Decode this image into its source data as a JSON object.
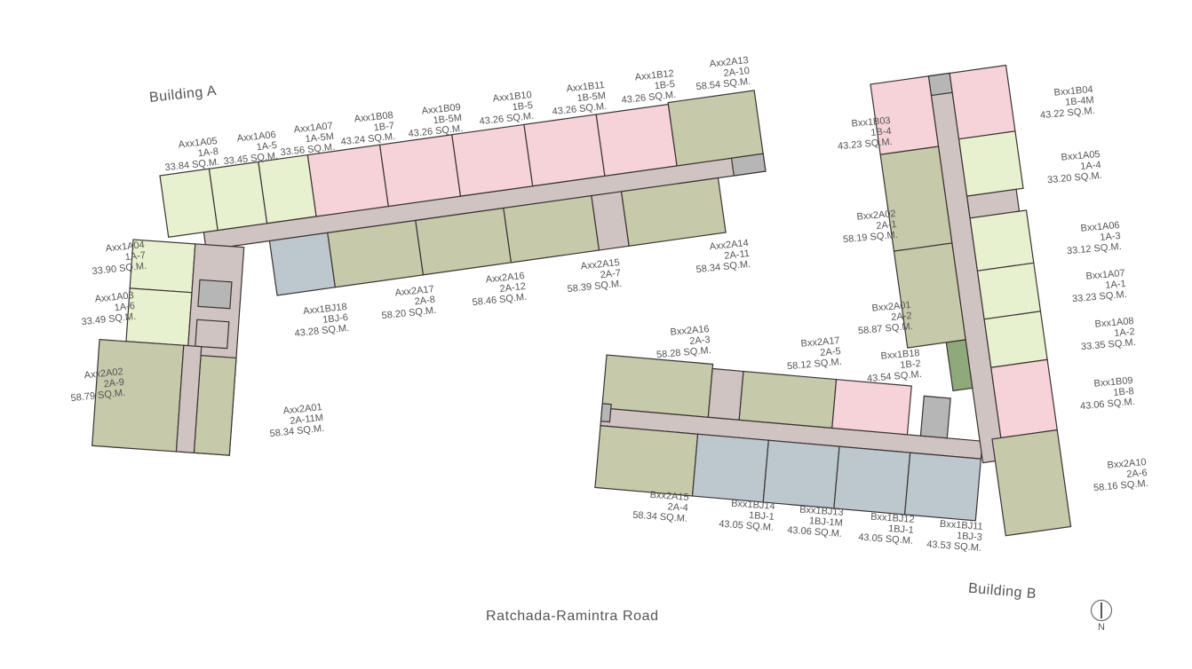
{
  "colors": {
    "one_bedroom_plus": "#f6d3d9",
    "one_bedroom": "#e8f1cf",
    "two_bedroom": "#c6c9aa",
    "one_bedroom_jr": "#bcc7ce",
    "corridor": "#cfc4c1",
    "core": "#b6b6b6",
    "green": "#8fa97a",
    "wall": "#3a3232"
  },
  "building_a": {
    "title": "Building A",
    "units": [
      {
        "code": "Axx1A05",
        "type": "1A-8",
        "area": "33.84 SQ.M."
      },
      {
        "code": "Axx1A06",
        "type": "1A-5",
        "area": "33.45 SQ.M."
      },
      {
        "code": "Axx1A07",
        "type": "1A-5M",
        "area": "33.56 SQ.M."
      },
      {
        "code": "Axx1B08",
        "type": "1B-7",
        "area": "43.24 SQ.M."
      },
      {
        "code": "Axx1B09",
        "type": "1B-5M",
        "area": "43.26 SQ.M."
      },
      {
        "code": "Axx1B10",
        "type": "1B-5",
        "area": "43.26 SQ.M."
      },
      {
        "code": "Axx1B11",
        "type": "1B-5M",
        "area": "43.26 SQ.M."
      },
      {
        "code": "Axx1B12",
        "type": "1B-5",
        "area": "43.26 SQ.M."
      },
      {
        "code": "Axx2A13",
        "type": "2A-10",
        "area": "58.54 SQ.M."
      },
      {
        "code": "Axx2A14",
        "type": "2A-11",
        "area": "58.34 SQ.M."
      },
      {
        "code": "Axx2A15",
        "type": "2A-7",
        "area": "58.39 SQ.M."
      },
      {
        "code": "Axx2A16",
        "type": "2A-12",
        "area": "58.46 SQ.M."
      },
      {
        "code": "Axx2A17",
        "type": "2A-8",
        "area": "58.20 SQ.M."
      },
      {
        "code": "Axx1BJ18",
        "type": "1BJ-6",
        "area": "43.28 SQ.M."
      },
      {
        "code": "Axx1A04",
        "type": "1A-7",
        "area": "33.90 SQ.M."
      },
      {
        "code": "Axx1A03",
        "type": "1A-6",
        "area": "33.49 SQ.M."
      },
      {
        "code": "Axx2A02",
        "type": "2A-9",
        "area": "58.79 SQ.M."
      },
      {
        "code": "Axx2A01",
        "type": "2A-11M",
        "area": "58.34 SQ.M."
      }
    ]
  },
  "building_b": {
    "title": "Building B",
    "units": [
      {
        "code": "Bxx1B03",
        "type": "1B-4",
        "area": "43.23 SQ.M."
      },
      {
        "code": "Bxx1B04",
        "type": "1B-4M",
        "area": "43.22 SQ.M."
      },
      {
        "code": "Bxx1A05",
        "type": "1A-4",
        "area": "33.20 SQ.M."
      },
      {
        "code": "Bxx2A02",
        "type": "2A-1",
        "area": "58.19 SQ.M."
      },
      {
        "code": "Bxx1A06",
        "type": "1A-3",
        "area": "33.12 SQ.M."
      },
      {
        "code": "Bxx1A07",
        "type": "1A-1",
        "area": "33.23 SQ.M."
      },
      {
        "code": "Bxx2A01",
        "type": "2A-2",
        "area": "58.87 SQ.M."
      },
      {
        "code": "Bxx1A08",
        "type": "1A-2",
        "area": "33.35 SQ.M."
      },
      {
        "code": "Bxx2A16",
        "type": "2A-3",
        "area": "58.28 SQ.M."
      },
      {
        "code": "Bxx2A17",
        "type": "2A-5",
        "area": "58.12 SQ.M."
      },
      {
        "code": "Bxx1B18",
        "type": "1B-2",
        "area": "43.54 SQ.M."
      },
      {
        "code": "Bxx1B09",
        "type": "1B-8",
        "area": "43.06 SQ.M."
      },
      {
        "code": "Bxx2A10",
        "type": "2A-6",
        "area": "58.16 SQ.M."
      },
      {
        "code": "Bxx2A15",
        "type": "2A-4",
        "area": "58.34 SQ.M."
      },
      {
        "code": "Bxx1BJ14",
        "type": "1BJ-1",
        "area": "43.05 SQ.M."
      },
      {
        "code": "Bxx1BJ13",
        "type": "1BJ-1M",
        "area": "43.06 SQ.M."
      },
      {
        "code": "Bxx1BJ12",
        "type": "1BJ-1",
        "area": "43.05 SQ.M."
      },
      {
        "code": "Bxx1BJ11",
        "type": "1BJ-3",
        "area": "43.53 SQ.M."
      }
    ]
  },
  "road": "Ratchada-Ramintra Road",
  "compass": {
    "icon": "north-arrow-icon",
    "label": "N"
  }
}
